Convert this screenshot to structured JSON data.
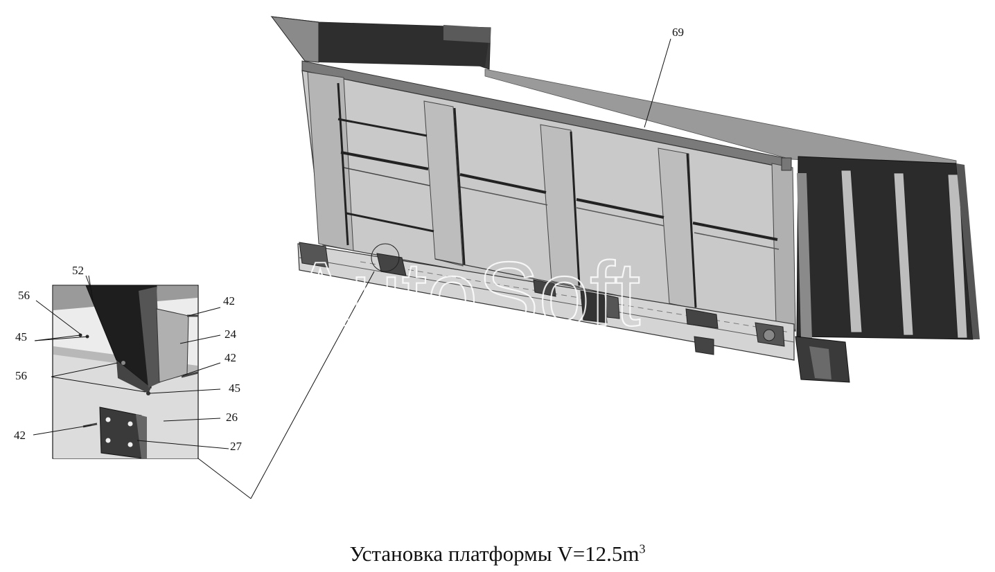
{
  "caption": {
    "text": "Установка платформы V=12.5m",
    "superscript": "3"
  },
  "watermark": "AutoSoft",
  "callouts": {
    "c69": "69",
    "c52": "52",
    "c56a": "56",
    "c45a": "45",
    "c56b": "56",
    "c42a": "42",
    "c24": "24",
    "c42b": "42",
    "c45b": "45",
    "c26": "26",
    "c42c": "42",
    "c27": "27"
  },
  "colors": {
    "panel_fill": "#c9c9c9",
    "panel_dark": "#2b2b2b",
    "frame": "#6a6a6a"
  }
}
